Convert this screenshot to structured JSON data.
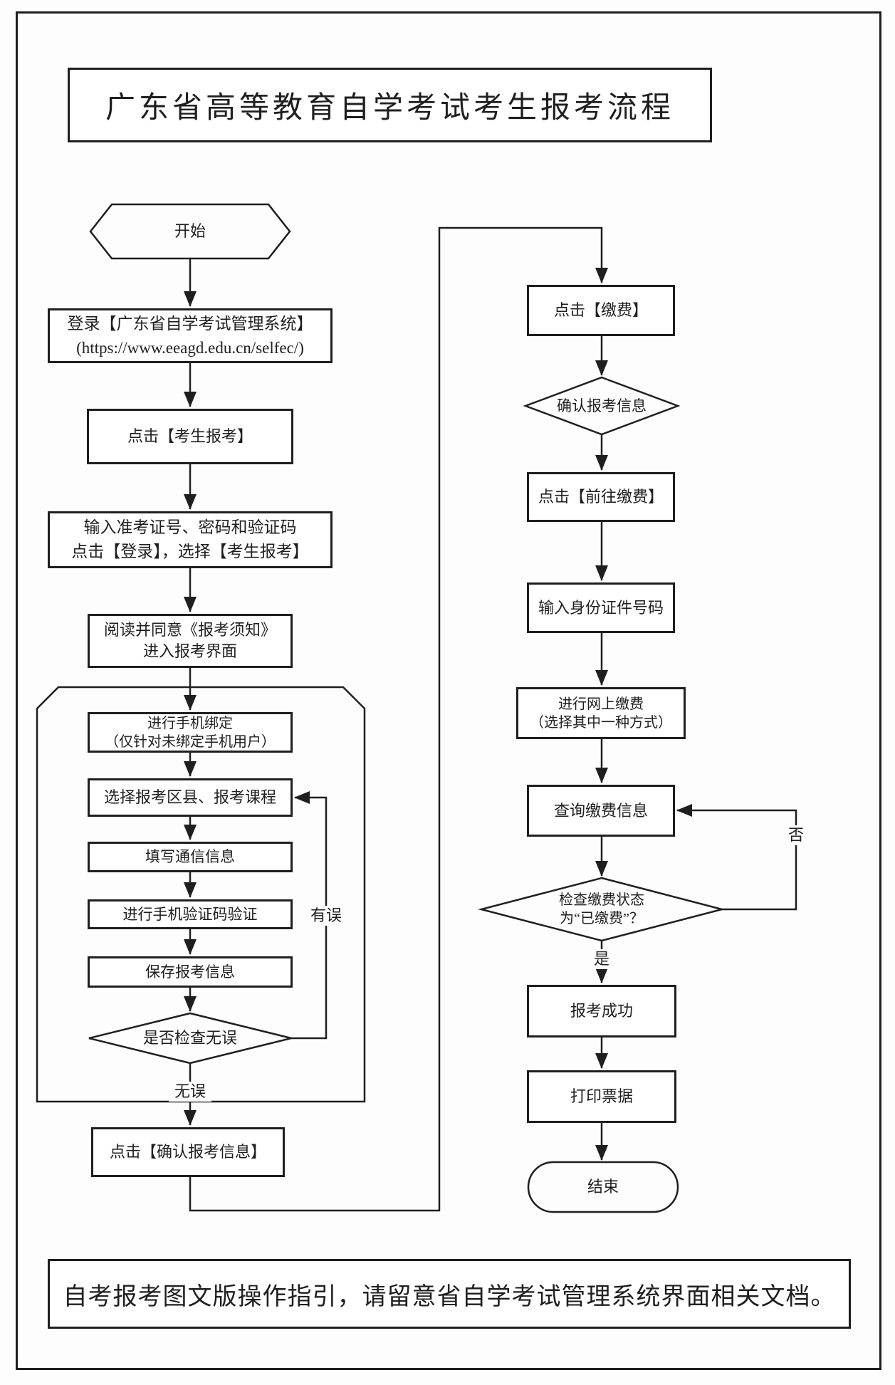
{
  "page": {
    "title": "广东省高等教育自学考试考生报考流程",
    "footer": "自考报考图文版操作指引，请留意省自学考试管理系统界面相关文档。"
  },
  "nodes": {
    "start": {
      "text": "开始"
    },
    "login": {
      "line1": "登录【广东省自学考试管理系统】",
      "line2": "(https://www.eeagd.edu.cn/selfec/)"
    },
    "click_register": {
      "text": "点击【考生报考】"
    },
    "input_credentials": {
      "line1": "输入准考证号、密码和验证码",
      "line2": "点击【登录】，选择【考生报考】"
    },
    "read_notice": {
      "line1": "阅读并同意《报考须知》",
      "line2": "进入报考界面"
    },
    "bind_phone": {
      "line1": "进行手机绑定",
      "line2": "（仅针对未绑定手机用户）"
    },
    "select_area_course": {
      "text": "选择报考区县、报考课程"
    },
    "fill_contact": {
      "text": "填写通信信息"
    },
    "verify_sms": {
      "text": "进行手机验证码验证"
    },
    "save_info": {
      "text": "保存报考信息"
    },
    "check_ok": {
      "text": "是否检查无误"
    },
    "confirm_info": {
      "text": "点击【确认报考信息】"
    },
    "click_pay": {
      "text": "点击【缴费】"
    },
    "confirm_reg": {
      "text": "确认报考信息"
    },
    "go_pay": {
      "text": "点击【前往缴费】"
    },
    "input_id": {
      "text": "输入身份证件号码"
    },
    "online_pay": {
      "line1": "进行网上缴费",
      "line2": "（选择其中一种方式）"
    },
    "query_pay": {
      "text": "查询缴费信息"
    },
    "check_paid": {
      "line1": "检查缴费状态",
      "line2": "为“已缴费”？"
    },
    "success": {
      "text": "报考成功"
    },
    "print_receipt": {
      "text": "打印票据"
    },
    "end": {
      "text": "结束"
    }
  },
  "edge_labels": {
    "has_error": "有误",
    "no_error": "无误",
    "yes": "是",
    "no": "否"
  },
  "colors": {
    "line": "#1f1f1f",
    "background": "#fdfdfd",
    "text": "#1f1f1f"
  }
}
